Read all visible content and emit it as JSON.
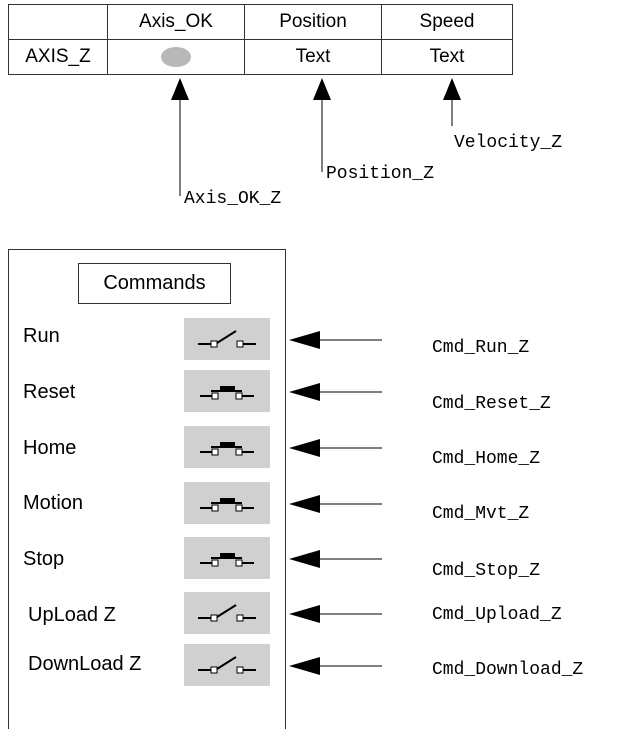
{
  "table": {
    "headers": [
      "",
      "Axis_OK",
      "Position",
      "Speed"
    ],
    "row_label": "AXIS_Z",
    "position_value": "Text",
    "speed_value": "Text",
    "led_color": "#b8b8b8"
  },
  "signals": {
    "axis_ok": "Axis_OK_Z",
    "position": "Position_Z",
    "velocity": "Velocity_Z"
  },
  "commands": {
    "title": "Commands",
    "items": [
      {
        "label": "Run",
        "signal": "Cmd_Run_Z",
        "icon": "switch-open-icon"
      },
      {
        "label": "Reset",
        "signal": "Cmd_Reset_Z",
        "icon": "pushbutton-icon"
      },
      {
        "label": "Home",
        "signal": "Cmd_Home_Z",
        "icon": "pushbutton-icon"
      },
      {
        "label": "Motion",
        "signal": "Cmd_Mvt_Z",
        "icon": "pushbutton-icon"
      },
      {
        "label": "Stop",
        "signal": "Cmd_Stop_Z",
        "icon": "pushbutton-icon"
      },
      {
        "label": "UpLoad Z",
        "signal": "Cmd_Upload_Z",
        "icon": "switch-open-icon"
      },
      {
        "label": "DownLoad Z",
        "signal": "Cmd_Download_Z",
        "icon": "switch-open-icon"
      }
    ]
  }
}
